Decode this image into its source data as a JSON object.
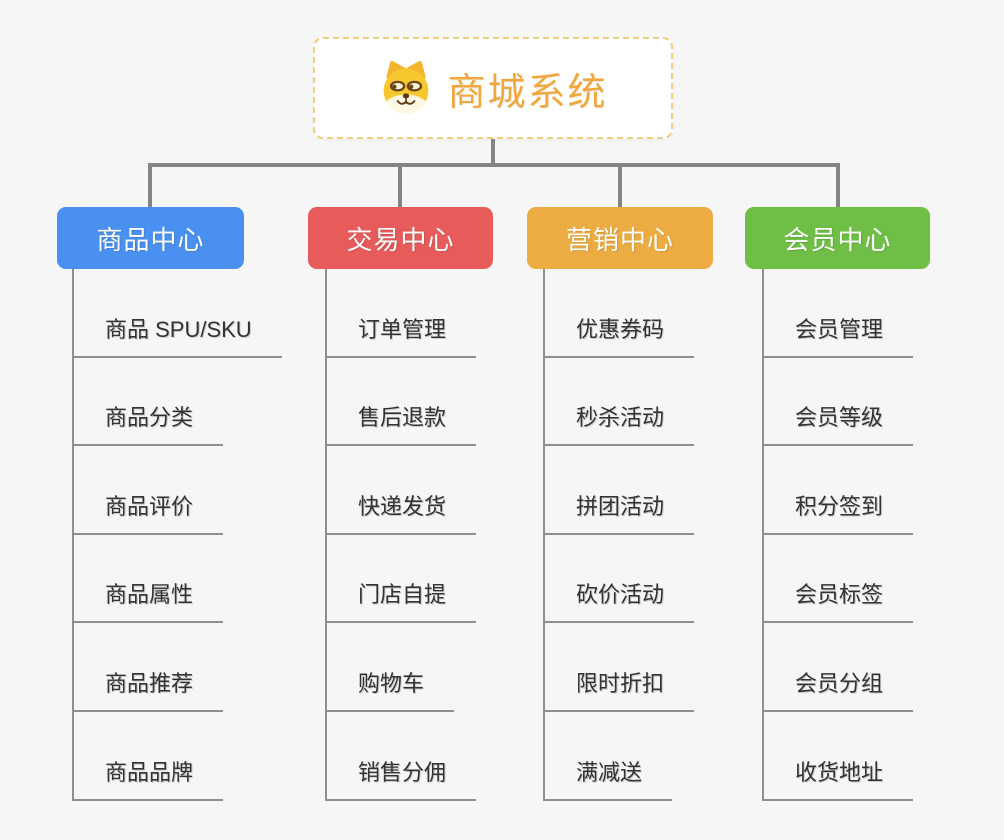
{
  "root": {
    "title": "商城系统",
    "icon": "doge-icon"
  },
  "branches": [
    {
      "label": "商品中心",
      "color": "#4A90F0",
      "items": [
        "商品 SPU/SKU",
        "商品分类",
        "商品评价",
        "商品属性",
        "商品推荐",
        "商品品牌"
      ]
    },
    {
      "label": "交易中心",
      "color": "#E85B5B",
      "items": [
        "订单管理",
        "售后退款",
        "快递发货",
        "门店自提",
        "购物车",
        "销售分佣"
      ]
    },
    {
      "label": "营销中心",
      "color": "#EDAC41",
      "items": [
        "优惠券码",
        "秒杀活动",
        "拼团活动",
        "砍价活动",
        "限时折扣",
        "满减送"
      ]
    },
    {
      "label": "会员中心",
      "color": "#6FBE45",
      "items": [
        "会员管理",
        "会员等级",
        "积分签到",
        "会员标签",
        "会员分组",
        "收货地址"
      ]
    }
  ],
  "colors": {
    "background": "#F6F6F6",
    "connector": "#848484",
    "leaf_line": "#8F8F8F",
    "leaf_text": "#333333",
    "root_text": "#F0A73E",
    "root_border": "#F2CB82",
    "root_background": "#FFFFFF",
    "branch_text": "#FFFFFF"
  }
}
